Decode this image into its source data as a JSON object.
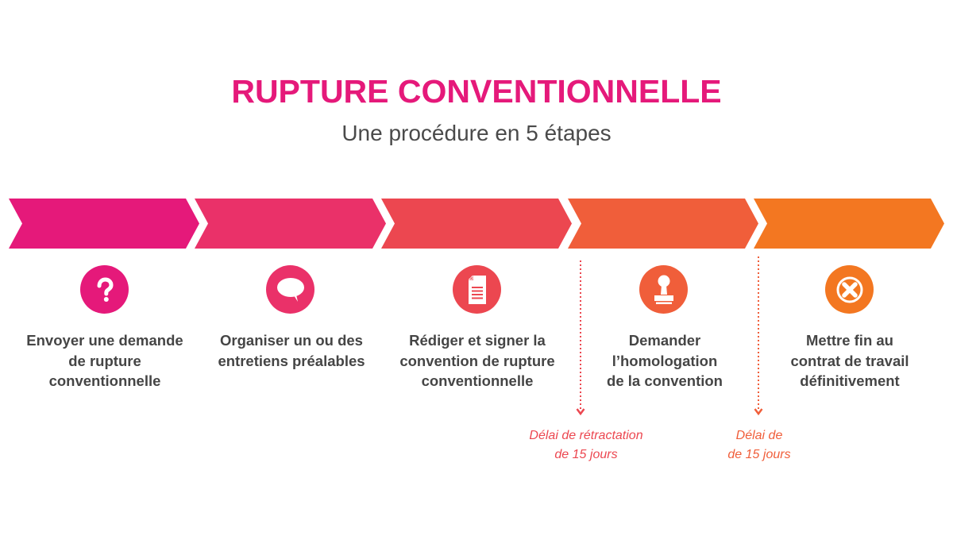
{
  "header": {
    "title": "RUPTURE CONVENTIONNELLE",
    "subtitle": "Une procédure en 5 étapes"
  },
  "colors": {
    "title": "#E5197A",
    "subtitle": "#4a4a4a",
    "label": "#454545",
    "steps": [
      "#E5197A",
      "#EA3169",
      "#EC4750",
      "#F05E3A",
      "#F37721"
    ]
  },
  "steps": [
    {
      "icon": "question-icon",
      "lines": [
        "Envoyer une demande",
        "de rupture",
        "conventionnelle"
      ],
      "color": "#E5197A"
    },
    {
      "icon": "speech-bubble-icon",
      "lines": [
        "Organiser un ou des",
        "entretiens préalables"
      ],
      "color": "#EA3169"
    },
    {
      "icon": "document-icon",
      "lines": [
        "Rédiger et signer la",
        "convention de rupture",
        "conventionnelle"
      ],
      "color": "#EC4750"
    },
    {
      "icon": "stamp-icon",
      "lines": [
        "Demander",
        "l’homologation",
        "de la convention"
      ],
      "color": "#F05E3A"
    },
    {
      "icon": "cancel-circle-icon",
      "lines": [
        "Mettre fin au",
        "contrat de travail",
        "définitivement"
      ],
      "color": "#F37721"
    }
  ],
  "delays": [
    {
      "lines": [
        "Délai de rétractation",
        "de 15 jours"
      ],
      "color": "#EC4750"
    },
    {
      "lines": [
        "Délai de",
        "de 15 jours"
      ],
      "color": "#F05E3A"
    }
  ]
}
